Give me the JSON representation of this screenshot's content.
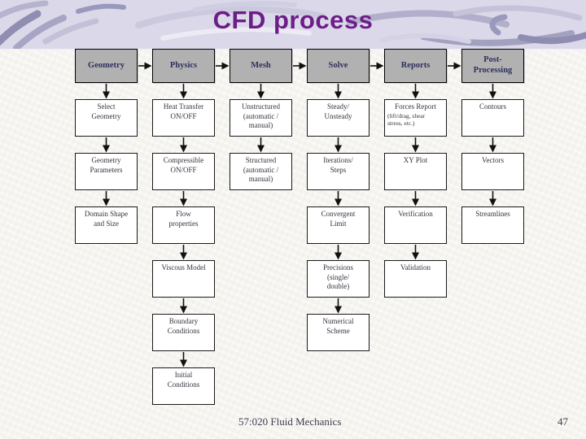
{
  "slide": {
    "title": "CFD process",
    "footer": {
      "course": "57:020 Fluid Mechanics",
      "page": "47"
    }
  },
  "colors": {
    "title_purple": "#6d1d87",
    "banner_lavender": "#dad8e9",
    "stage_fill": "#b1b1b1",
    "stage_text": "#2e2e5c",
    "node_fill": "#ffffff",
    "arrow_black": "#111111"
  },
  "flowchart": {
    "columns": [
      {
        "header": "Geometry",
        "nodes": [
          {
            "label": "Select\nGeometry"
          },
          {
            "label": "Geometry\nParameters"
          },
          {
            "label": "Domain Shape\nand Size"
          }
        ]
      },
      {
        "header": "Physics",
        "nodes": [
          {
            "label": "Heat Transfer\nON/OFF"
          },
          {
            "label": "Compressible\nON/OFF"
          },
          {
            "label": "Flow\nproperties"
          },
          {
            "label": "Viscous Model"
          },
          {
            "label": "Boundary\nConditions"
          },
          {
            "label": "Initial\nConditions"
          }
        ]
      },
      {
        "header": "Mesh",
        "nodes": [
          {
            "label": "Unstructured\n(automatic /\nmanual)"
          },
          {
            "label": "Structured\n(automatic /\nmanual)"
          }
        ]
      },
      {
        "header": "Solve",
        "nodes": [
          {
            "label": "Steady/\nUnsteady"
          },
          {
            "label": "Iterations/\nSteps"
          },
          {
            "label": "Convergent\nLimit"
          },
          {
            "label": "Precisions\n(single/\ndouble)"
          },
          {
            "label": "Numerical\nScheme"
          }
        ]
      },
      {
        "header": "Reports",
        "nodes": [
          {
            "label": "Forces Report",
            "sub": "(lift/drag, shear\nstress, etc.)"
          },
          {
            "label": "XY Plot"
          },
          {
            "label": "Verification"
          },
          {
            "label": "Validation"
          }
        ]
      },
      {
        "header": "Post-\nProcessing",
        "nodes": [
          {
            "label": "Contours"
          },
          {
            "label": "Vectors"
          },
          {
            "label": "Streamlines"
          }
        ]
      }
    ]
  }
}
